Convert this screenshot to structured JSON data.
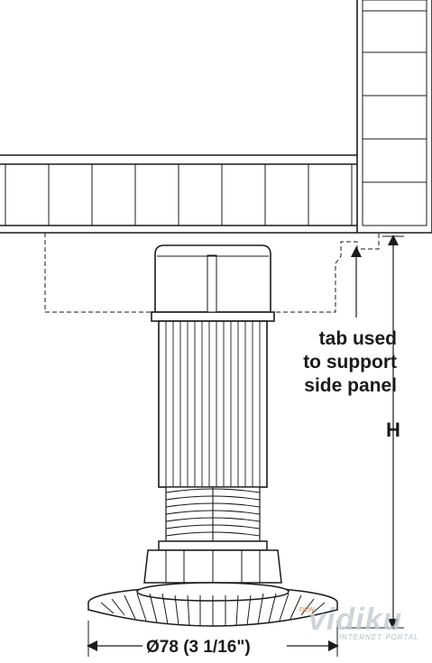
{
  "tab_label_lines": [
    "tab used",
    "to support",
    "side panel"
  ],
  "height_label": "H",
  "diameter_label": "Ø78 (3 1/16\")",
  "watermark": {
    "text": "vidiku",
    "subtext": "INTERNET PORTAL",
    "badge": "new"
  },
  "colors": {
    "line": "#1a1a1a",
    "watermark": "#c8cdd4"
  }
}
